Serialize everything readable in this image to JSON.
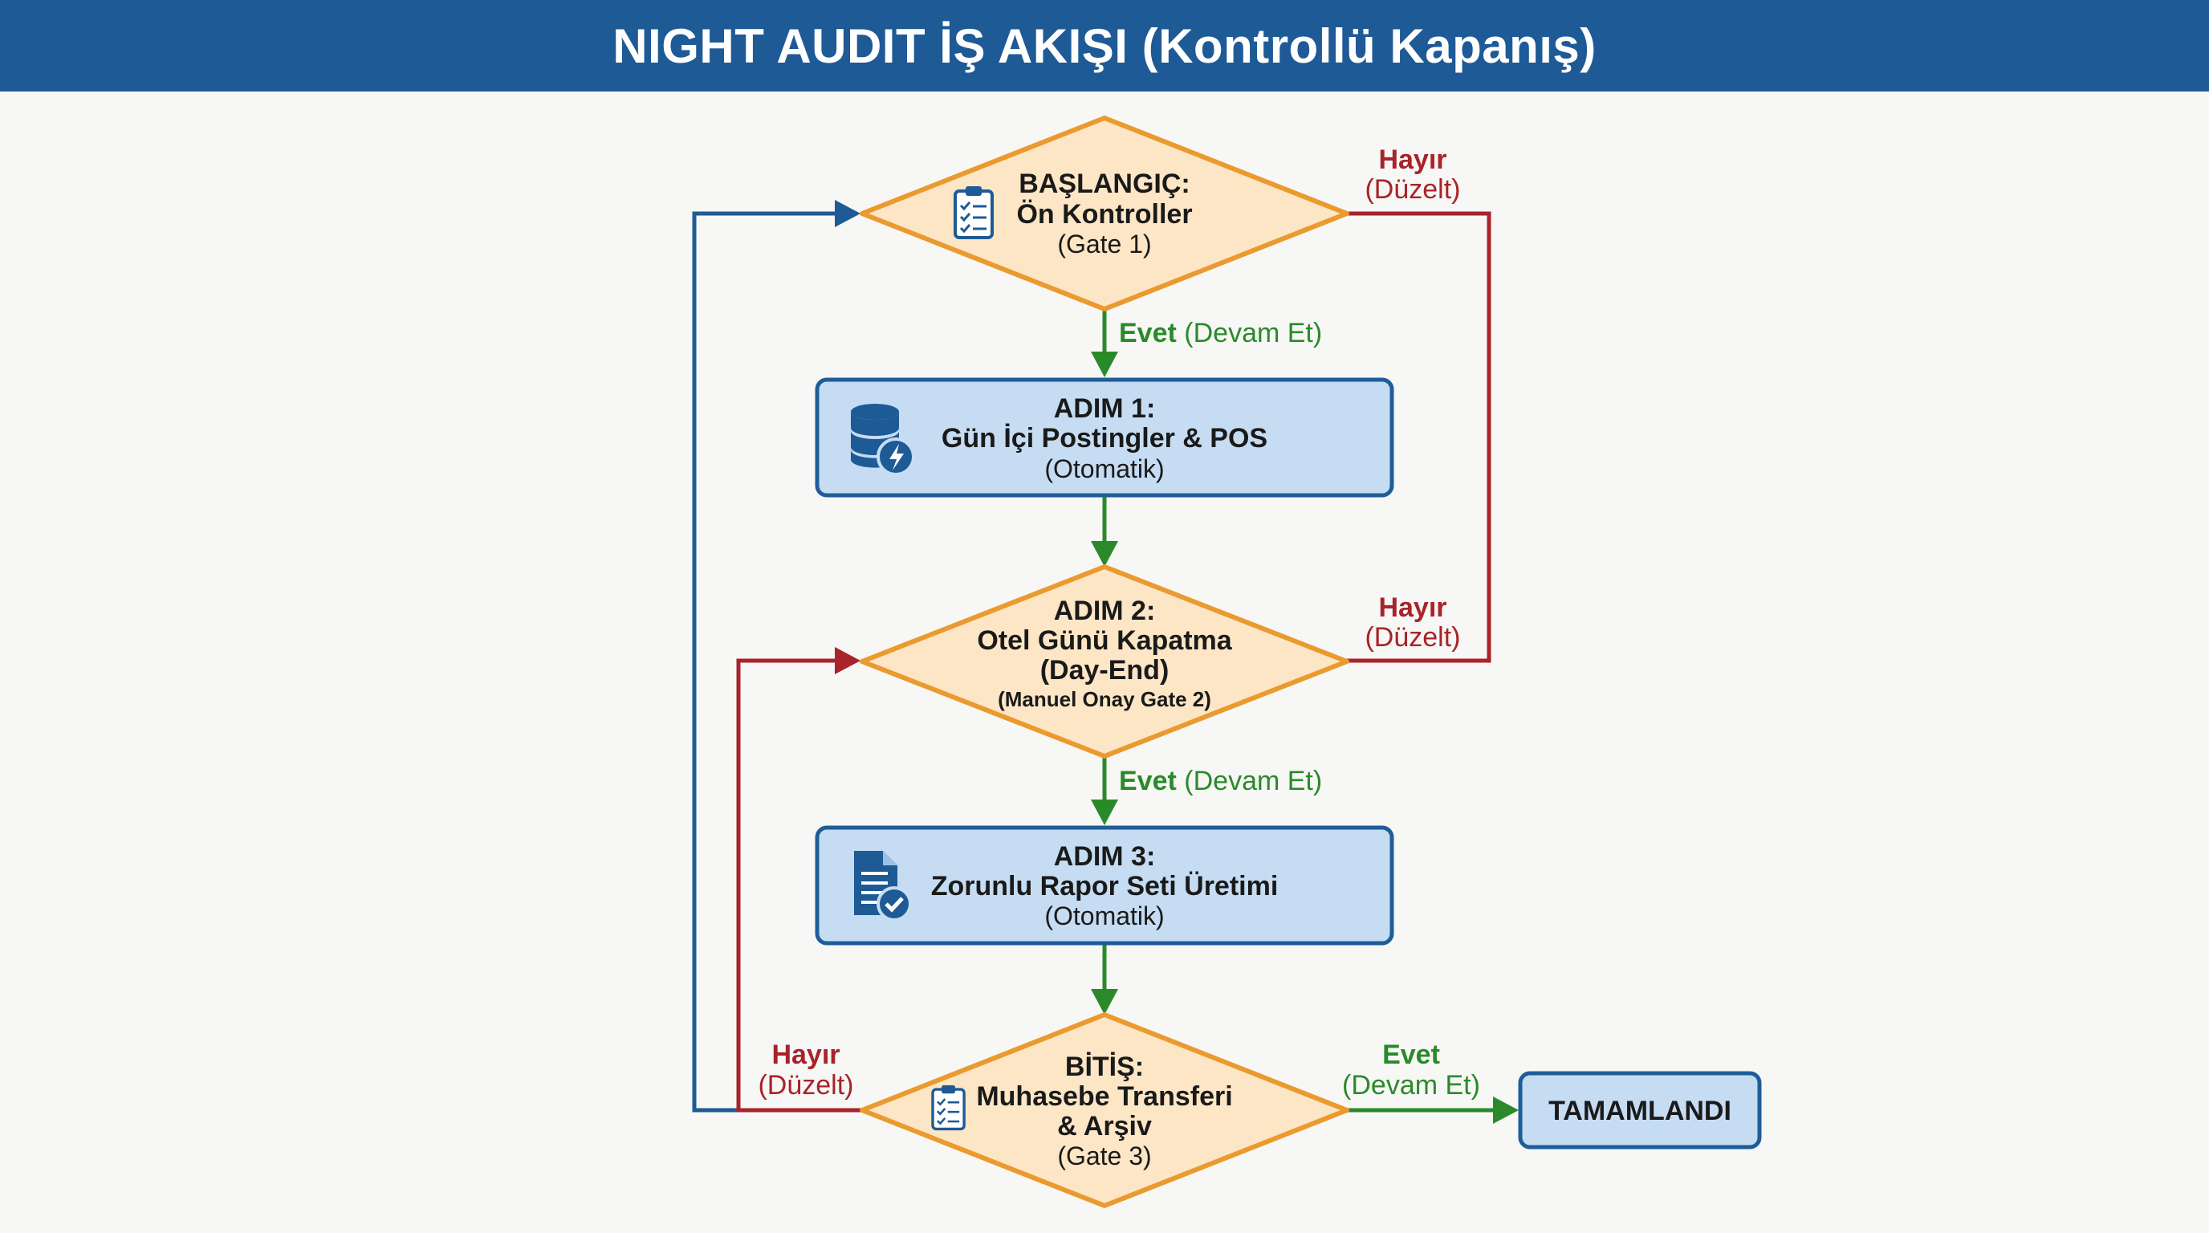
{
  "header": {
    "title": "NIGHT AUDIT İŞ AKIŞI (Kontrollü Kapanış)"
  },
  "colors": {
    "header_bg": "#1e5a96",
    "diamond_fill": "#fde6c6",
    "diamond_stroke": "#ea9a2e",
    "box_fill": "#c5dcf3",
    "box_stroke": "#1f5d99",
    "yes_green": "#2a8a2a",
    "no_red": "#a8232a",
    "loop_blue": "#1e5a96"
  },
  "nodes": {
    "gate1": {
      "line1": "BAŞLANGIÇ:",
      "line2": "Ön Kontroller",
      "line3": "(Gate 1)",
      "icon": "clipboard-checklist-icon"
    },
    "step1": {
      "line1": "ADIM 1:",
      "line2": "Gün İçi Postingler & POS",
      "line3": "(Otomatik)",
      "icon": "database-bolt-icon"
    },
    "gate2": {
      "line1": "ADIM 2:",
      "line2": "Otel Günü Kapatma",
      "line3": "(Day-End)",
      "line4": "(Manuel Onay Gate 2)"
    },
    "step3": {
      "line1": "ADIM 3:",
      "line2": "Zorunlu Rapor Seti Üretimi",
      "line3": "(Otomatik)",
      "icon": "document-check-icon"
    },
    "gate3": {
      "line1": "BİTİŞ:",
      "line2": "Muhasebe Transferi",
      "line3": "& Arşiv",
      "line4": "(Gate 3)",
      "icon": "clipboard-checklist-icon"
    },
    "done": {
      "label": "TAMAMLANDI"
    }
  },
  "edges": {
    "yes1": {
      "bold": "Evet",
      "rest": "(Devam Et)"
    },
    "yes2": {
      "bold": "Evet",
      "rest": "(Devam Et)"
    },
    "yes3": {
      "bold": "Evet",
      "rest": "(Devam Et)"
    },
    "no1": {
      "bold": "Hayır",
      "rest": "(Düzelt)"
    },
    "no2": {
      "bold": "Hayır",
      "rest": "(Düzelt)"
    },
    "no3": {
      "bold": "Hayır",
      "rest": "(Düzelt)"
    }
  }
}
